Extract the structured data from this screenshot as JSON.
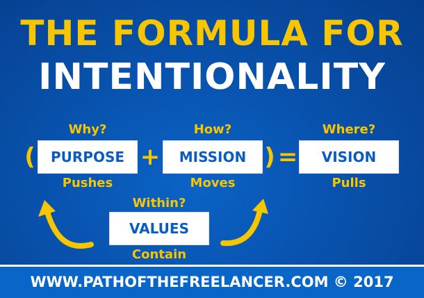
{
  "title": {
    "line1": "THE FORMULA FOR",
    "line2": "INTENTIONALITY"
  },
  "formula": {
    "open_paren": "(",
    "plus": "+",
    "close_paren": ")",
    "equals": "=",
    "purpose": {
      "question": "Why?",
      "label": "PURPOSE",
      "verb": "Pushes"
    },
    "mission": {
      "question": "How?",
      "label": "MISSION",
      "verb": "Moves"
    },
    "vision": {
      "question": "Where?",
      "label": "VISION",
      "verb": "Pulls"
    },
    "values": {
      "question": "Within?",
      "label": "VALUES",
      "verb": "Contain"
    }
  },
  "footer": {
    "text": "WWW.PATHOFTHEFREELANCER.COM © 2017"
  },
  "colors": {
    "yellow": "#f8c600",
    "blue": "#0a5cc0",
    "footer": "#0966c8"
  }
}
